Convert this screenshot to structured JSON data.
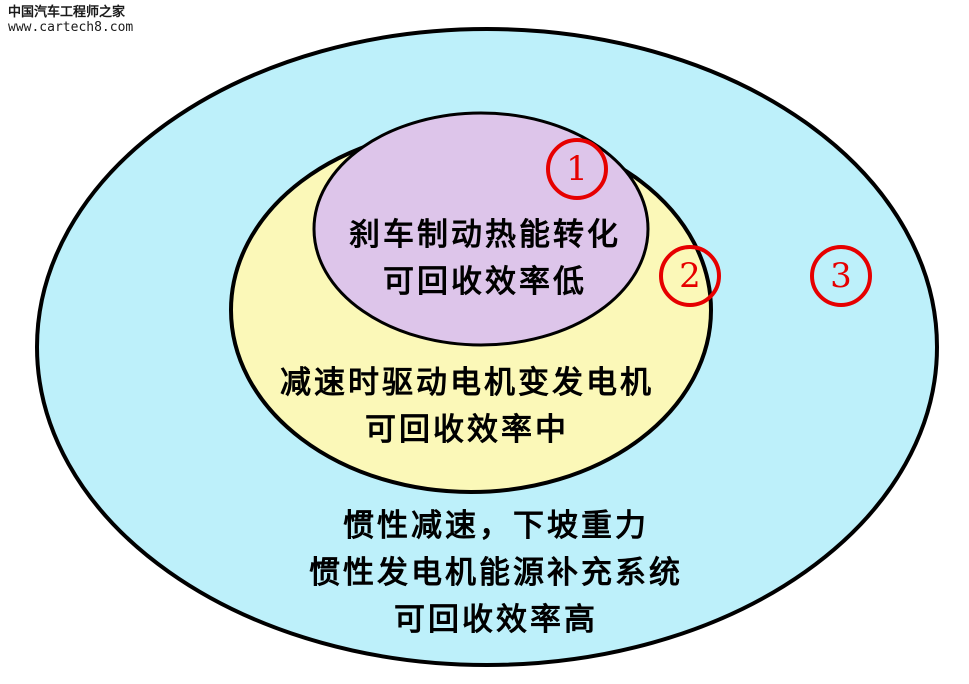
{
  "watermark": {
    "title": "中国汽车工程师之家",
    "url": "www.cartech8.com"
  },
  "colors": {
    "outer_fill": "#bdf0fa",
    "middle_fill": "#fbf8b8",
    "inner_fill": "#ddc5ea",
    "stroke": "#000000",
    "badge": "#e60000"
  },
  "regions": {
    "inner": {
      "number": "1",
      "line1": "刹车制动热能转化",
      "line2": "可回收效率低"
    },
    "middle": {
      "number": "2",
      "line1": "减速时驱动电机变发电机",
      "line2": "可回收效率中"
    },
    "outer": {
      "number": "3",
      "line1": "惯性减速，下坡重力",
      "line2": "惯性发电机能源补充系统",
      "line3": "可回收效率高"
    }
  }
}
